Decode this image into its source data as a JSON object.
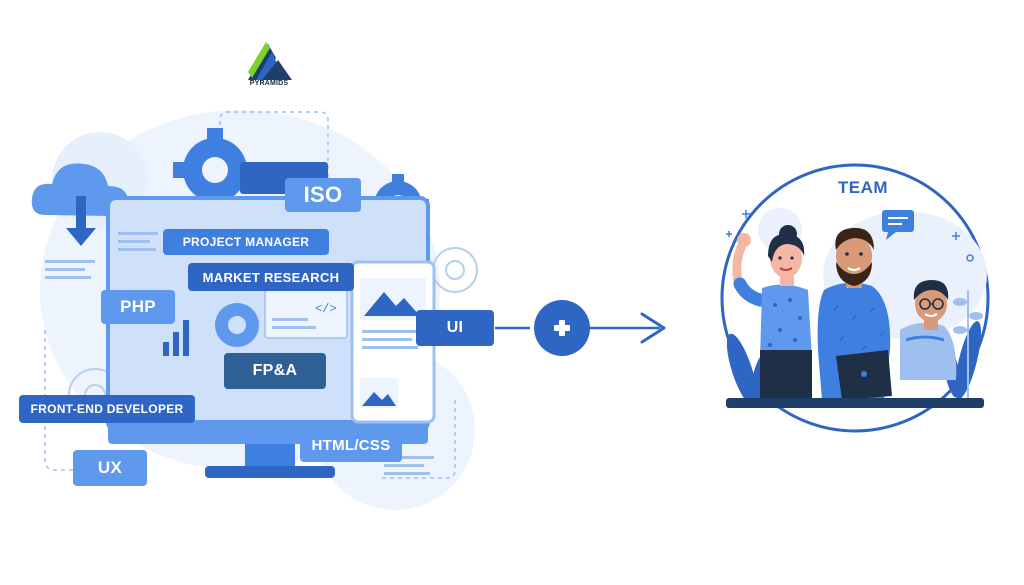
{
  "logo": {
    "text": "PYRAMIDS"
  },
  "skills": {
    "iso": "ISO",
    "project_manager": "PROJECT MANAGER",
    "market_research": "MARKET RESEARCH",
    "php": "PHP",
    "ui": "UI",
    "fpa": "FP&A",
    "front_end_developer": "FRONT-END DEVELOPER",
    "ux": "UX",
    "html_css": "HTML/CSS"
  },
  "team": {
    "title": "TEAM"
  },
  "colors": {
    "primary": "#2f66c4",
    "accent": "#3f7fe0",
    "light": "#cfe0fa",
    "navy": "#1f3f6b"
  }
}
